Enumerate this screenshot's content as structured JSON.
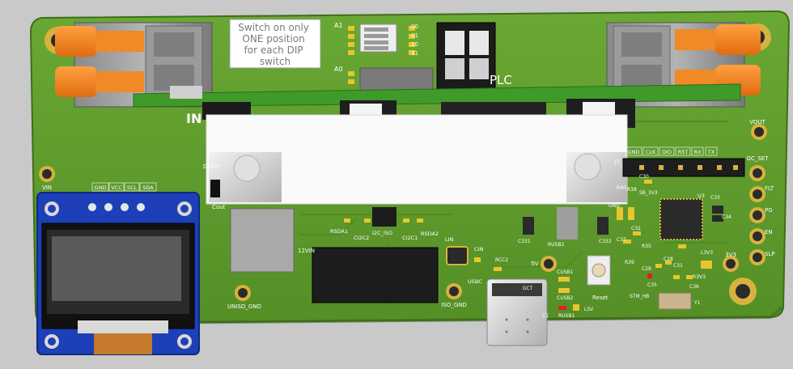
{
  "note_text": [
    "Switch on only",
    "ONE position",
    "for each DIP",
    "switch"
  ],
  "header_pins": [
    "GND",
    "CLK",
    "DIO",
    "RST",
    "RX",
    "TX"
  ],
  "oled_pins": [
    "GND",
    "VCC",
    "SCL",
    "SDA"
  ],
  "pads": {
    "vin": "VIN",
    "vout": "VOUT",
    "oc_set": "OC_SET",
    "flt": "FLT",
    "pg": "PG",
    "en": "EN",
    "slp": "SLP",
    "v3v3": "3V3",
    "v5": "5V",
    "uniso_gnd": "UNISO_GND",
    "iso_gnd": "ISO_GND"
  },
  "silk": {
    "a1": "A1",
    "a0": "A0",
    "dip_codes": [
      "00",
      "01",
      "10",
      "11"
    ],
    "plc": "PLC",
    "in_label": "IN",
    "dout": "DOUT",
    "cout": "Cout",
    "j7": "J7",
    "c30": "C30",
    "r40": "R40",
    "r38": "R38",
    "sb_3v3": "SB_3V3",
    "gnd": "GND",
    "u3": "U3",
    "c33": "C33",
    "c34": "C34",
    "c32": "C32",
    "c37": "C37",
    "r35": "R35",
    "c332": "C332",
    "c331": "C331",
    "rusb2": "RUSB2",
    "r39": "R39",
    "c29": "C29",
    "c28": "C28",
    "c31": "C31",
    "l3v3": "L3V3",
    "r3v3": "R3V3",
    "c35": "C35",
    "c36": "C36",
    "stm_hb": "STM_HB",
    "y1": "Y1",
    "reset": "Reset",
    "cusb1": "CUSB1",
    "cusb2": "CUSB2",
    "rusb1": "RUSB1",
    "l5v": "L5V",
    "usbc": "USBC",
    "gct": "GCT",
    "rcc2": "RCC2",
    "cin": "CIN",
    "lin": "LIN",
    "v12vin": "12VIN",
    "rsda1": "RSDA1",
    "ci2c2": "CI2C2",
    "i2c_iso": "I2C_ISO",
    "ci2c1": "CI2C1",
    "rsda2": "RSDA2",
    "c1": "C1"
  },
  "colors": {
    "board": "#5f9e2c",
    "terminal_lever": "#f0821e",
    "oled_blue": "#1d3fb8",
    "pad_gold": "#d8b23e"
  }
}
